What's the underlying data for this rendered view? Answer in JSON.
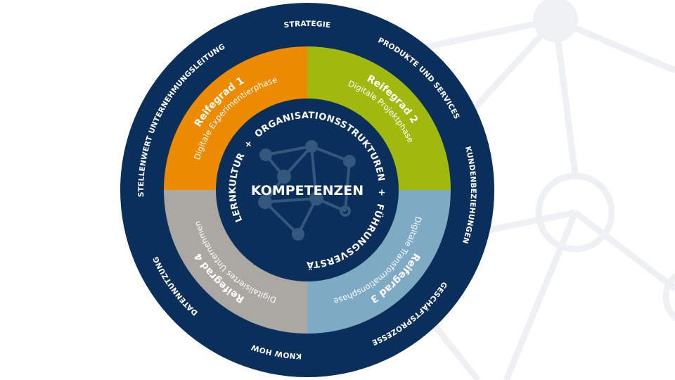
{
  "colors": {
    "navy": "#0b2f5b",
    "orange": "#ec8b00",
    "green": "#a1b90f",
    "blue": "#7eaac3",
    "gray": "#aba7a3",
    "network": "#edf1f4"
  },
  "outer_ring": [
    "STRATEGIE",
    "PRODUKTE UND SERVICES",
    "KUNDENBEZIEHUNGEN",
    "GESCHÄFTSPROZESSE",
    "KNOW HOW",
    "DATENNUTZUNG",
    "STELLENWERT UNTERNEHMUNGSLEITUNG"
  ],
  "stages": [
    {
      "title": "Reifegrad 1",
      "subtitle": "Digitale Experimentierphase"
    },
    {
      "title": "Reifegrad 2",
      "subtitle": "Digitale Projektphase"
    },
    {
      "title": "Reifegrad 3",
      "subtitle": "Digitale Transformationsphase"
    },
    {
      "title": "Reifegrad 4",
      "subtitle": "Digitalisiertes Unternehmen"
    }
  ],
  "inner_ring": "LERNKULTUR  +  ORGANISATIONSSTRUKTUREN  +  FÜHRUNGSVERSTÄNDNIS  +",
  "core": "KOMPETENZEN"
}
